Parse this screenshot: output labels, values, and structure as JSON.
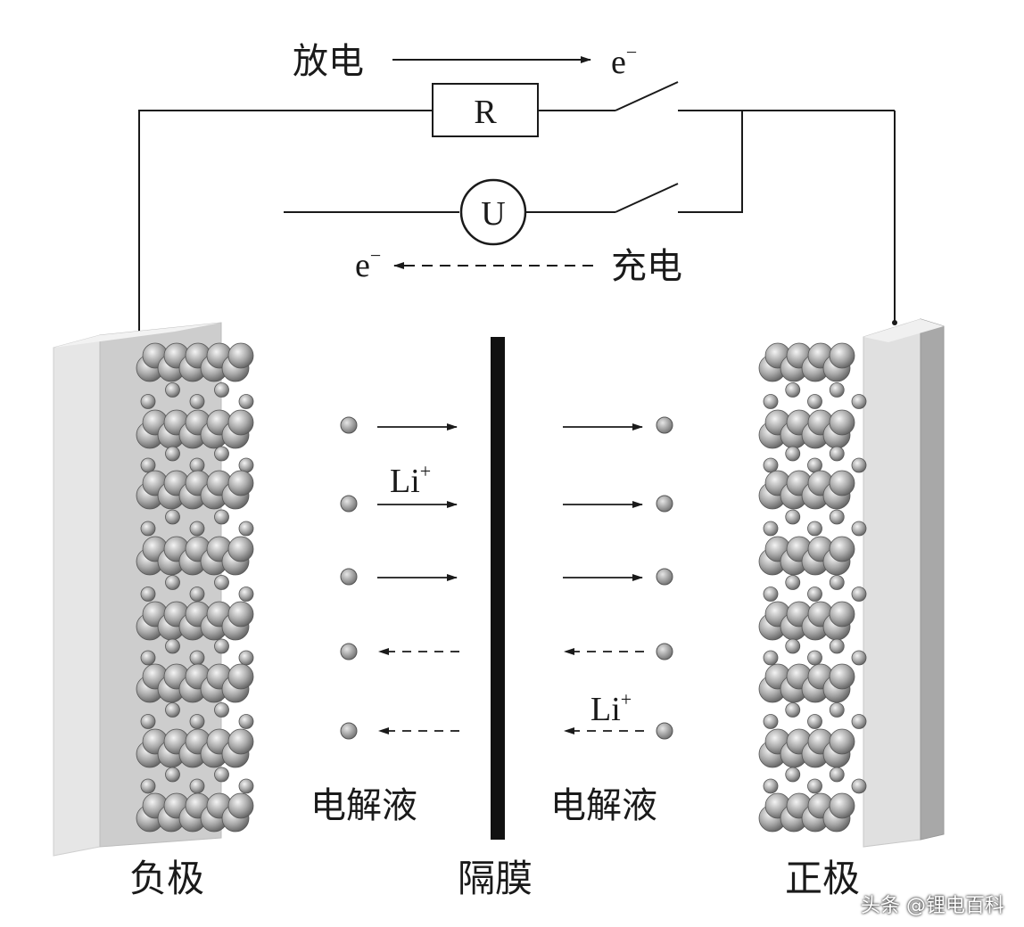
{
  "circuit": {
    "discharge_label": "放电",
    "charge_label": "充电",
    "electron_symbol": "e",
    "electron_charge": "−",
    "resistor_label": "R",
    "source_label": "U"
  },
  "cell": {
    "negative_label": "负极",
    "positive_label": "正极",
    "separator_label": "隔膜",
    "electrolyte_left": "电解液",
    "electrolyte_right": "电解液",
    "ion_symbol": "Li",
    "ion_charge": "+"
  },
  "watermark": "头条 @锂电百科",
  "colors": {
    "line": "#1a1a1a",
    "electrode": "#d9d9d9",
    "particle": "#a6a6a6",
    "ion": "#8c8c8c"
  }
}
